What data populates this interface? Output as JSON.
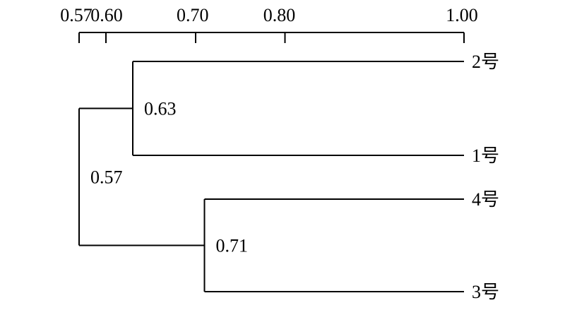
{
  "figure": {
    "background_color": "#ffffff",
    "line_color": "#000000",
    "text_color": "#000000"
  },
  "chart_data": {
    "type": "dendrogram",
    "orientation": "horizontal",
    "axis": {
      "position": "top",
      "min": 0.57,
      "max": 1.0,
      "ticks": [
        0.57,
        0.6,
        0.7,
        0.8,
        1.0
      ],
      "tick_labels": [
        "0.57",
        "0.60",
        "0.70",
        "0.80",
        "1.00"
      ]
    },
    "leaves": [
      "2号",
      "1号",
      "4号",
      "3号"
    ],
    "merges": [
      {
        "members": [
          "2号",
          "1号"
        ],
        "height": 0.63,
        "label": "0.63"
      },
      {
        "members": [
          "4号",
          "3号"
        ],
        "height": 0.71,
        "label": "0.71"
      },
      {
        "members": [
          "2号",
          "1号",
          "4号",
          "3号"
        ],
        "height": 0.57,
        "label": "0.57"
      }
    ],
    "tree": {
      "label": "0.57",
      "height": 0.57,
      "children": [
        {
          "label": "0.63",
          "height": 0.63,
          "children": [
            {
              "leaf": "2号"
            },
            {
              "leaf": "1号"
            }
          ]
        },
        {
          "label": "0.71",
          "height": 0.71,
          "children": [
            {
              "leaf": "4号"
            },
            {
              "leaf": "3号"
            }
          ]
        }
      ]
    }
  }
}
